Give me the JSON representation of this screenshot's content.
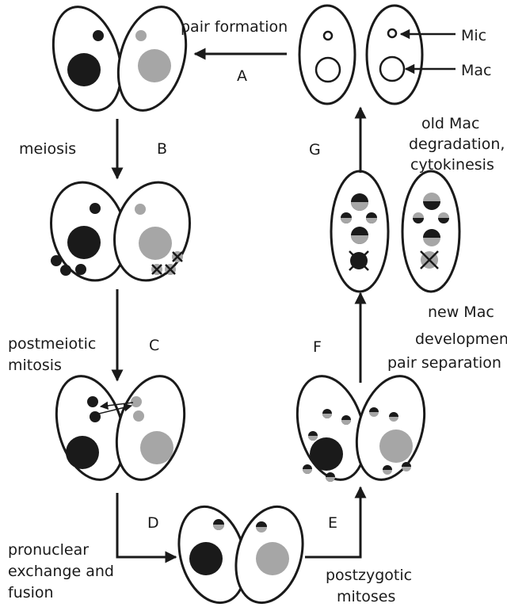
{
  "colors": {
    "black_nucleus": "#1a1a1a",
    "grey_nucleus": "#a6a6a6",
    "outline": "#1a1a1a",
    "background": "#ffffff"
  },
  "steps": {
    "a": "A",
    "b": "B",
    "c": "C",
    "d": "D",
    "e": "E",
    "f": "F",
    "g": "G"
  },
  "labels": {
    "pair_formation": "pair formation",
    "meiosis": "meiosis",
    "postmeiotic_line1": "postmeiotic",
    "postmeiotic_line2": "mitosis",
    "pronuclear_line1": "pronuclear",
    "pronuclear_line2": "exchange and",
    "pronuclear_line3": "fusion",
    "postzygotic_line1": "postzygotic",
    "postzygotic_line2": "mitoses",
    "newmac_line1": "new Mac",
    "newmac_line2": "development",
    "newmac_line3": "pair separation",
    "oldmac_line1": "old Mac",
    "oldmac_line2": "degradation,",
    "oldmac_line3": "cytokinesis",
    "mic": "Mic",
    "mac": "Mac"
  }
}
